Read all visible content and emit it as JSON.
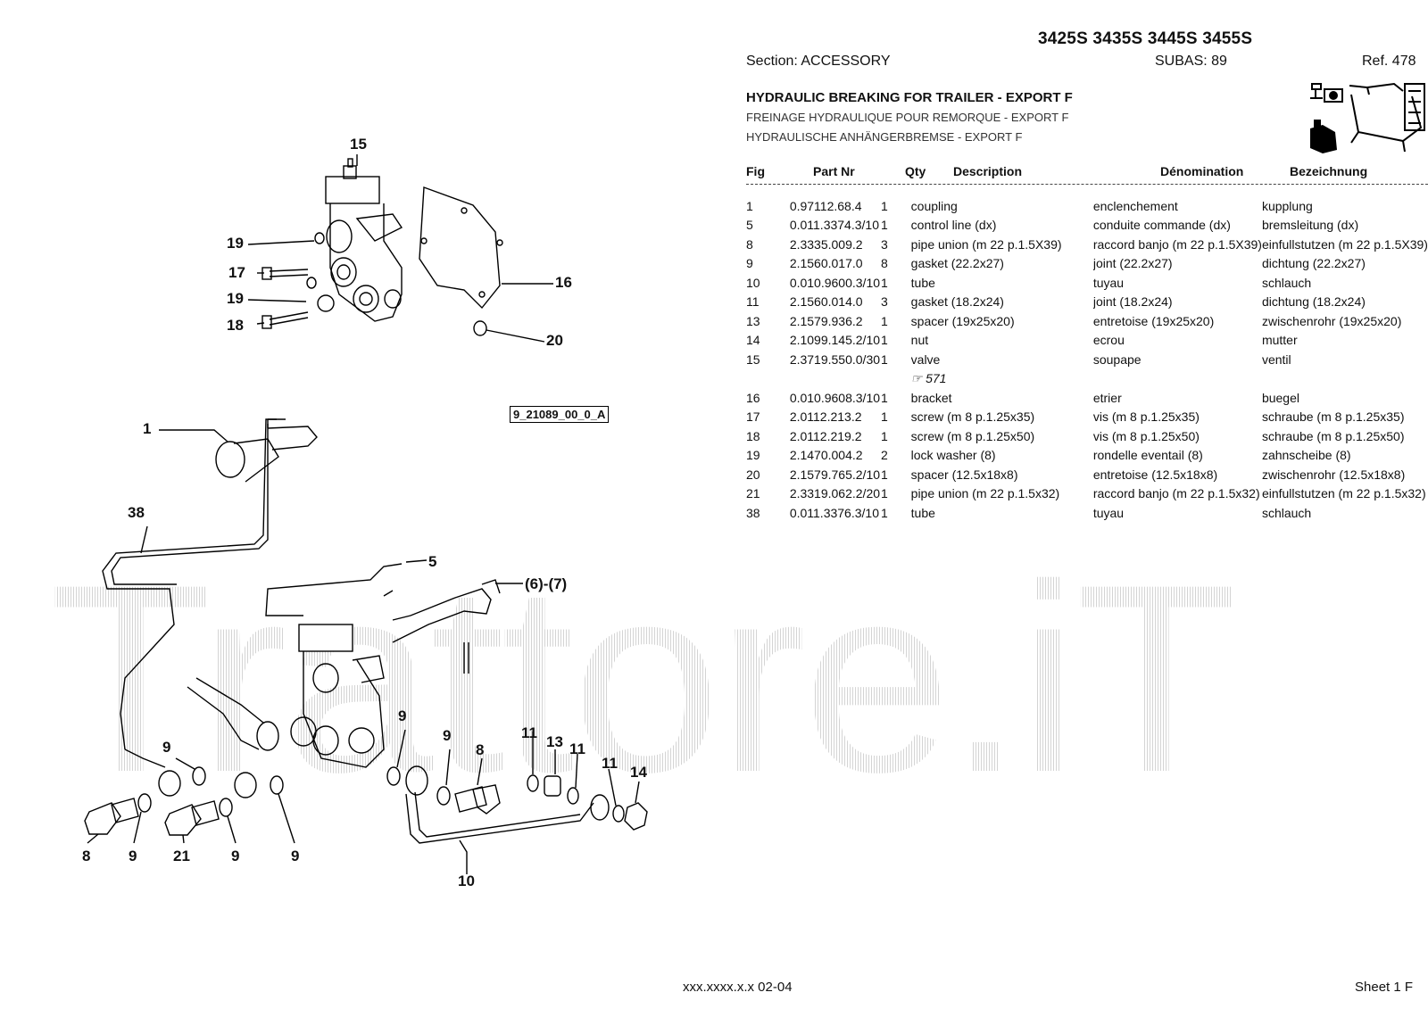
{
  "header": {
    "models": "3425S 3435S 3445S 3455S",
    "section": "Section: ACCESSORY",
    "subas": "SUBAS: 89",
    "ref": "Ref. 478"
  },
  "titles": {
    "en": "HYDRAULIC BREAKING FOR TRAILER - EXPORT F",
    "fr": "FREINAGE HYDRAULIQUE POUR REMORQUE - EXPORT F",
    "de": "HYDRAULISCHE ANHÄNGERBREMSE - EXPORT F"
  },
  "columns": {
    "fig": "Fig",
    "part": "Part Nr",
    "qty": "Qty",
    "desc": "Description",
    "den": "Dénomination",
    "bez": "Bezeichnung"
  },
  "parts": [
    {
      "fig": "1",
      "part": "0.97112.68.4",
      "qty": "1",
      "desc": "coupling",
      "den": "enclenchement",
      "bez": "kupplung"
    },
    {
      "fig": "5",
      "part": "0.011.3374.3/10",
      "qty": "1",
      "desc": "control line (dx)",
      "den": "conduite commande (dx)",
      "bez": "bremsleitung (dx)"
    },
    {
      "fig": "8",
      "part": "2.3335.009.2",
      "qty": "3",
      "desc": "pipe union (m 22 p.1.5X39)",
      "den": "raccord banjo (m 22 p.1.5X39)",
      "bez": "einfullstutzen (m 22 p.1.5X39)"
    },
    {
      "fig": "9",
      "part": "2.1560.017.0",
      "qty": "8",
      "desc": "gasket (22.2x27)",
      "den": "joint (22.2x27)",
      "bez": "dichtung (22.2x27)"
    },
    {
      "fig": "10",
      "part": "0.010.9600.3/10",
      "qty": "1",
      "desc": "tube",
      "den": "tuyau",
      "bez": "schlauch"
    },
    {
      "fig": "11",
      "part": "2.1560.014.0",
      "qty": "3",
      "desc": "gasket (18.2x24)",
      "den": "joint (18.2x24)",
      "bez": "dichtung (18.2x24)"
    },
    {
      "fig": "13",
      "part": "2.1579.936.2",
      "qty": "1",
      "desc": "spacer (19x25x20)",
      "den": "entretoise (19x25x20)",
      "bez": "zwischenrohr (19x25x20)"
    },
    {
      "fig": "14",
      "part": "2.1099.145.2/10",
      "qty": "1",
      "desc": "nut",
      "den": "ecrou",
      "bez": "mutter"
    },
    {
      "fig": "15",
      "part": "2.3719.550.0/30",
      "qty": "1",
      "desc": "valve",
      "den": "soupape",
      "bez": "ventil"
    },
    {
      "fig": "",
      "part": "",
      "qty": "",
      "desc": "☞      571",
      "den": "",
      "bez": ""
    },
    {
      "fig": "16",
      "part": "0.010.9608.3/10",
      "qty": "1",
      "desc": "bracket",
      "den": "etrier",
      "bez": "buegel"
    },
    {
      "fig": "17",
      "part": "2.0112.213.2",
      "qty": "1",
      "desc": "screw (m 8 p.1.25x35)",
      "den": "vis (m 8 p.1.25x35)",
      "bez": "schraube (m 8 p.1.25x35)"
    },
    {
      "fig": "18",
      "part": "2.0112.219.2",
      "qty": "1",
      "desc": "screw (m 8 p.1.25x50)",
      "den": "vis (m 8 p.1.25x50)",
      "bez": "schraube (m 8 p.1.25x50)"
    },
    {
      "fig": "19",
      "part": "2.1470.004.2",
      "qty": "2",
      "desc": "lock washer (8)",
      "den": "rondelle eventail (8)",
      "bez": "zahnscheibe (8)"
    },
    {
      "fig": "20",
      "part": "2.1579.765.2/10",
      "qty": "1",
      "desc": "spacer (12.5x18x8)",
      "den": "entretoise (12.5x18x8)",
      "bez": "zwischenrohr (12.5x18x8)"
    },
    {
      "fig": "21",
      "part": "2.3319.062.2/20",
      "qty": "1",
      "desc": "pipe union (m 22 p.1.5x32)",
      "den": "raccord banjo (m 22 p.1.5x32)",
      "bez": "einfullstutzen (m 22 p.1.5x32)"
    },
    {
      "fig": "38",
      "part": "0.011.3376.3/10",
      "qty": "1",
      "desc": "tube",
      "den": "tuyau",
      "bez": "schlauch"
    }
  ],
  "diagram": {
    "ref_code": "9_21089_00_0_A",
    "callouts": [
      "15",
      "19",
      "17",
      "19",
      "18",
      "16",
      "20",
      "1",
      "38",
      "5",
      "(6)-(7)",
      "9",
      "9",
      "8",
      "11",
      "13",
      "11",
      "11",
      "14",
      "9",
      "8",
      "9",
      "21",
      "9",
      "9",
      "10"
    ]
  },
  "watermark": "Trattore.iT",
  "footer": {
    "code": "xxx.xxxx.x.x  02-04",
    "sheet": "Sheet 1 F"
  }
}
